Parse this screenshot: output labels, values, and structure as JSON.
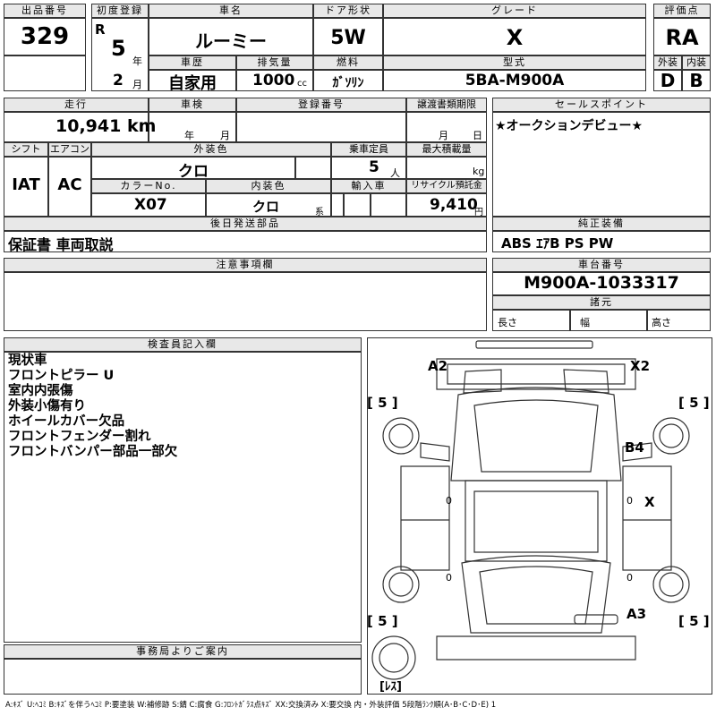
{
  "headers": {
    "lot_no": "出品番号",
    "first_reg": "初度登録",
    "car_name": "車名",
    "door": "ドア形状",
    "grade": "グレード",
    "score": "評価点",
    "history": "車歴",
    "displacement": "排気量",
    "fuel": "燃料",
    "model": "型式",
    "exterior": "外装",
    "interior": "内装",
    "mileage": "走行",
    "inspection": "車検",
    "reg_no": "登録番号",
    "transfer_docs": "譲渡書類期限",
    "sales_point": "セールスポイント",
    "shift": "シフト",
    "aircon": "エアコン",
    "ext_color": "外装色",
    "capacity": "乗車定員",
    "max_load": "最大積載量",
    "color_no": "カラーNo.",
    "int_color": "内装色",
    "import": "輸入車",
    "recycle": "リサイクル預託金",
    "later_parts": "後日発送部品",
    "equipment": "純正装備",
    "notes": "注意事項欄",
    "chassis_no": "車台番号",
    "specs": "諸元",
    "inspector": "検査員記入欄",
    "office": "事務局よりご案内"
  },
  "values": {
    "lot_no": "329",
    "era": "R",
    "year": "5",
    "year_unit": "年",
    "month": "2",
    "month_unit": "月",
    "car_name": "ルーミー",
    "door": "5W",
    "grade": "X",
    "score": "RA",
    "history": "自家用",
    "displacement": "1000",
    "cc": "cc",
    "fuel": "ｶﾞｿﾘﾝ",
    "model": "5BA-M900A",
    "exterior": "D",
    "interior": "B",
    "mileage": "10,941",
    "km": "km",
    "insp_year": "年",
    "insp_month": "月",
    "transfer_month": "月",
    "transfer_day": "日",
    "sales_point": "★オークションデビュー★",
    "shift": "IAT",
    "aircon": "AC",
    "ext_color": "クロ",
    "capacity": "5",
    "capacity_unit": "人",
    "max_load_unit": "kg",
    "color_no": "X07",
    "int_color": "クロ",
    "int_color_unit": "系",
    "recycle": "9,410",
    "recycle_unit": "円",
    "later_parts": "保証書 車両取説",
    "equipment": "ABS ｴｱB PS PW",
    "chassis_no": "M900A-1033317",
    "length_label": "長さ",
    "width_label": "幅",
    "height_label": "高さ"
  },
  "inspector_notes": [
    "現状車",
    "フロントピラー U",
    "室内内張傷",
    "外装小傷有り",
    "ホイールカバー欠品",
    "フロントフェンダー割れ",
    "フロントバンパー部品一部欠"
  ],
  "diagram": {
    "tire_fl": "[ 5 ]",
    "tire_fr": "[ 5 ]",
    "tire_rl": "[ 5 ]",
    "tire_rr": "[ 5 ]",
    "spare": "[ﾚｽ]",
    "a2": "A2",
    "x2": "X2",
    "b4": "B4",
    "x": "X",
    "a3": "A3",
    "zero_left": "0",
    "zero_right": "0",
    "zero_left2": "0",
    "zero_right2": "0"
  },
  "legend": "A:ｷｽﾞ U:ﾍｺﾐ B:ｷｽﾞを伴うﾍｺﾐ P:要塗装 W:補修跡 S:錆 C:腐食 G:ﾌﾛﾝﾄｶﾞﾗｽ点ｷｽﾞ XX:交換済み X:要交換 内・外装評価 5段階ﾗﾝｸ順(A･B･C･D･E) 1"
}
